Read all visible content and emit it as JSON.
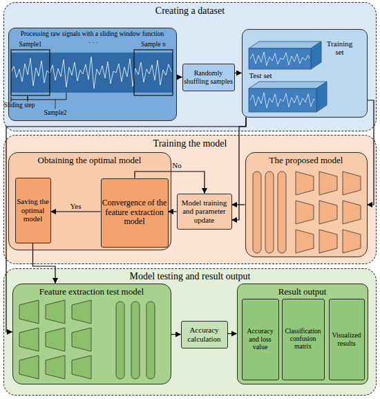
{
  "diagram": {
    "nodes": [
      {
        "text": [
          "Creating a dataset"
        ]
      },
      {
        "text": [
          "Processing raw signals with a sliding window function"
        ],
        "in": 0
      },
      {
        "text": [
          "Randomly shuffling samples"
        ],
        "in": 0
      },
      {
        "text": [
          "Training set",
          "Test set"
        ],
        "in": 0
      },
      {
        "text": [
          "Training the model"
        ]
      },
      {
        "text": [
          "Obtaining the optimal model"
        ],
        "in": 4
      },
      {
        "text": [
          "Saving the optimal model"
        ],
        "in": 5
      },
      {
        "text": [
          "Convergence of the feature extraction model"
        ],
        "in": 5
      },
      {
        "text": [
          "Model training and parameter update"
        ],
        "in": 4
      },
      {
        "text": [
          "The proposed model"
        ],
        "in": 4
      },
      {
        "text": [
          "Model testing and result output"
        ]
      },
      {
        "text": [
          "Feature extraction test model"
        ],
        "in": 10
      },
      {
        "text": [
          "Accuracy calculation"
        ],
        "in": 10
      },
      {
        "text": [
          "Result output"
        ],
        "in": 10
      },
      {
        "text": [
          "Accuracy and loss value"
        ],
        "in": 13
      },
      {
        "text": [
          "Classification confusion matrix"
        ],
        "in": 13
      },
      {
        "text": [
          "Visualized results"
        ],
        "in": 13
      }
    ],
    "edges": [
      {
        "from": 1,
        "to": 2,
        "arrow": "to"
      },
      {
        "from": 2,
        "to": 3,
        "arrow": "to"
      },
      {
        "from": 3,
        "to": 9,
        "arrow": "to"
      },
      {
        "from": 9,
        "to": 8,
        "arrow": "to"
      },
      {
        "from": 3,
        "to": 8,
        "arrow": "to"
      },
      {
        "from": 8,
        "to": 7,
        "arrow": "to"
      },
      {
        "from": 7,
        "to": 6,
        "label": "Yes",
        "arrow": "to"
      },
      {
        "from": 7,
        "to": 8,
        "label": "No",
        "arrow": "to"
      },
      {
        "from": 3,
        "to": 11,
        "arrow": "to"
      },
      {
        "from": 6,
        "to": 11,
        "arrow": "to"
      },
      {
        "from": 11,
        "to": 12,
        "arrow": "to"
      },
      {
        "from": 12,
        "to": 13,
        "arrow": "to"
      }
    ],
    "labels": [
      "Sample1",
      "· · ·",
      "Sample n",
      "Sliding step",
      "Sample2"
    ]
  }
}
